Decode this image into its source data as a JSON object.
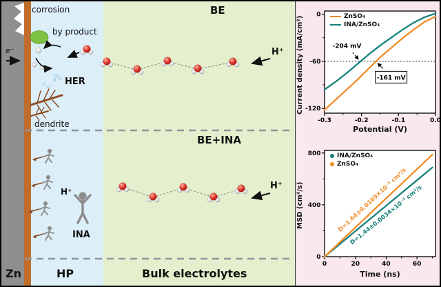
{
  "figure": {
    "schematic": {
      "regions": {
        "zn": {
          "label": "Zn",
          "color": "#8f8f8f"
        },
        "interface": {
          "color": "#c06d2c"
        },
        "hp": {
          "label": "HP",
          "color": "#dceef8"
        },
        "bulk": {
          "label": "Bulk electrolytes",
          "color": "#e4f0cd"
        }
      },
      "be_section": {
        "title": "BE",
        "corrosion_label": "corrosion",
        "byproduct_label": "by product",
        "electron_label": "e⁻",
        "her_label": "HER",
        "dendrite_label": "dendrite",
        "proton_label": "H⁺"
      },
      "ina_section": {
        "title": "BE+INA",
        "ina_label": "INA",
        "held_proton_label": "H⁺",
        "proton_label": "H⁺"
      },
      "colors": {
        "byproduct": "#7cc142",
        "dendrite": "#8a4a21",
        "figure_gray": "#8d8d8d"
      }
    },
    "panel": {
      "bg": "#f9e8ee"
    }
  },
  "chart_data": [
    {
      "type": "line",
      "title": "",
      "xlabel": "Potential (V)",
      "ylabel": "Current density (mA/cm²)",
      "xlim": [
        -0.3,
        0.0
      ],
      "ylim": [
        -126,
        4
      ],
      "grid": false,
      "legend_position": "top-left",
      "xticks": [
        -0.3,
        -0.2,
        -0.1,
        0.0
      ],
      "xtick_labels": [
        "-0.3",
        "-0.2",
        "-0.1",
        "0.0"
      ],
      "xticks_minor": [
        -0.25,
        -0.15,
        -0.05
      ],
      "yticks": [
        0,
        -60,
        -120
      ],
      "ytick_labels": [
        "0",
        "-60",
        "-120"
      ],
      "yticks_minor": [
        -30,
        -90
      ],
      "reference_line": {
        "y": -60,
        "style": "dotted"
      },
      "series": [
        {
          "name": "ZnSO₄",
          "color": "#f28c28",
          "x": [
            -0.3,
            -0.27,
            -0.24,
            -0.21,
            -0.18,
            -0.15,
            -0.12,
            -0.09,
            -0.06,
            -0.03,
            0.0
          ],
          "y": [
            -122,
            -109,
            -96,
            -83,
            -69,
            -55,
            -43,
            -31,
            -20,
            -10,
            -3
          ]
        },
        {
          "name": "INA/ZnSO₄",
          "color": "#15807a",
          "x": [
            -0.3,
            -0.27,
            -0.24,
            -0.21,
            -0.18,
            -0.15,
            -0.12,
            -0.09,
            -0.06,
            -0.03,
            0.0
          ],
          "y": [
            -96,
            -86,
            -75,
            -63,
            -51,
            -40,
            -30,
            -20,
            -11,
            -4,
            1
          ]
        }
      ],
      "annotations": [
        {
          "text": "-204 mV",
          "x": -0.204,
          "y": -60,
          "dx": -19,
          "dy": -23,
          "boxed": false,
          "dashed": true
        },
        {
          "text": "-161 mV",
          "x": -0.161,
          "y": -60,
          "dx": 22,
          "dy": 23,
          "boxed": true,
          "dashed": false
        }
      ]
    },
    {
      "type": "line",
      "title": "",
      "xlabel": "Time (ns)",
      "ylabel": "MSD (cm²/s)",
      "xlim": [
        0,
        72
      ],
      "ylim": [
        0,
        820
      ],
      "grid": false,
      "legend_position": "top-left",
      "xticks": [
        0,
        20,
        40,
        60
      ],
      "xtick_labels": [
        "0",
        "20",
        "40",
        "60"
      ],
      "xticks_minor": [
        10,
        30,
        50,
        70
      ],
      "yticks": [
        0,
        400,
        800
      ],
      "ytick_labels": [
        "0",
        "400",
        "800"
      ],
      "yticks_minor": [
        200,
        600
      ],
      "series": [
        {
          "name": "INA/ZnSO₄",
          "color": "#15807a",
          "x": [
            0,
            10,
            20,
            30,
            40,
            50,
            60,
            70
          ],
          "y": [
            0,
            98,
            197,
            295,
            393,
            492,
            590,
            688
          ]
        },
        {
          "name": "ZnSO₄",
          "color": "#f28c28",
          "x": [
            0,
            10,
            20,
            30,
            40,
            50,
            60,
            70
          ],
          "y": [
            0,
            112,
            225,
            338,
            450,
            563,
            675,
            788
          ]
        }
      ],
      "annotations": [
        {
          "text": "D=1.64±0.0169×10⁻⁵ cm²/s",
          "color": "#f28c28",
          "rotate": -43
        },
        {
          "text": "D=1.44±0.0034×10⁻⁵ cm²/s",
          "color": "#15807a",
          "rotate": -39
        }
      ]
    }
  ]
}
